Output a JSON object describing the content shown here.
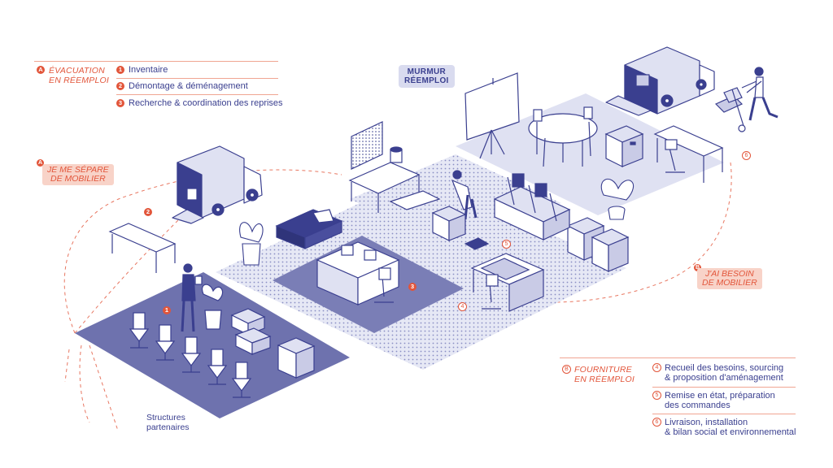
{
  "section_a": {
    "badge": "A",
    "title_line1": "ÉVACUATION",
    "title_line2": "EN RÉEMPLOI",
    "steps": [
      {
        "num": "1",
        "label": "Inventaire"
      },
      {
        "num": "2",
        "label": "Démontage & déménagement"
      },
      {
        "num": "3",
        "label": "Recherche & coordination des reprises"
      }
    ]
  },
  "section_b": {
    "badge": "B",
    "title_line1": "FOURNITURE",
    "title_line2": "EN RÉEMPLOI",
    "steps": [
      {
        "num": "4",
        "line1": "Recueil des besoins, sourcing",
        "line2": "& proposition d'aménagement"
      },
      {
        "num": "5",
        "line1": "Remise en état, préparation",
        "line2": "des commandes"
      },
      {
        "num": "6",
        "line1": "Livraison, installation",
        "line2": "& bilan social et environnemental"
      }
    ]
  },
  "center_tag": {
    "line1": "MURMUR",
    "line2": "RÉEMPLOI"
  },
  "left_callout": {
    "badge": "A",
    "line1": "JE ME SÉPARE",
    "line2": "DE MOBILIER"
  },
  "right_callout": {
    "badge": "B",
    "line1": "J'AI BESOIN",
    "line2": "DE MOBILIER"
  },
  "partners": {
    "line1": "Structures",
    "line2": "partenaires"
  },
  "scene_markers": [
    "1",
    "2",
    "3",
    "4",
    "5",
    "6"
  ],
  "colors": {
    "navy": "#3a3f8f",
    "floor_dark": "#6e72ae",
    "floor_light": "#c9cbe6",
    "floor_pale": "#e3e5f3",
    "accent": "#e2553a",
    "pill_bg": "#f8d3c8"
  }
}
